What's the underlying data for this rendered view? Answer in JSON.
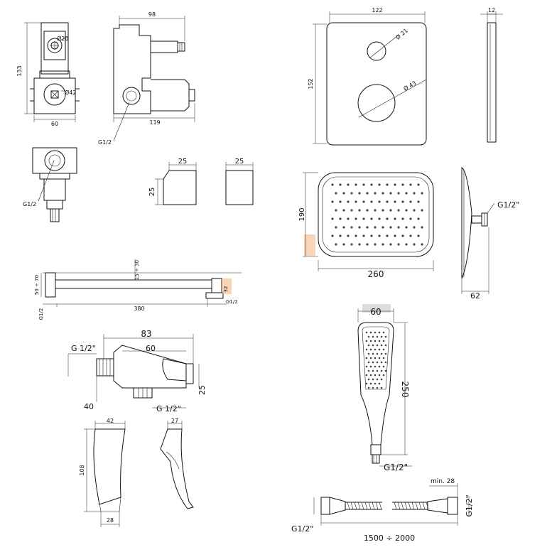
{
  "labels": {
    "valve_height": "133",
    "valve_bore_diameter": "Ø20",
    "valve_body_diameter": "Ø42",
    "valve_width": "60",
    "valve_side_top": "98",
    "valve_side_depth": "119",
    "valve_side_thread": "G1/2",
    "valve_bottom_thread": "G1/2",
    "knob_a_width": "25",
    "knob_a_height": "25",
    "knob_b_width": "25",
    "plate_width": "122",
    "plate_height": "152",
    "plate_small_hole": "Ø 21",
    "plate_large_hole": "Ø 43",
    "plate_thickness": "12",
    "head_height": "190",
    "head_width": "260",
    "head_thread": "G1/2\"",
    "head_depth": "62",
    "arm_projection": "15 ÷ 30",
    "arm_flange": "50 ÷ 70",
    "arm_length": "380",
    "arm_end": "32",
    "arm_thread_left": "G1/2",
    "arm_thread_right": "G1/2",
    "outlet_total": "83",
    "outlet_thread_top": "G 1/2\"",
    "outlet_body": "60",
    "outlet_side": "25",
    "outlet_base": "40",
    "outlet_thread_bottom": "G 1/2\"",
    "spout_top": "42",
    "spout_height": "108",
    "spout_bottom": "28",
    "spout_side_top": "27",
    "hand_width": "60",
    "hand_length": "250",
    "hand_thread": "G1/2\"",
    "hose_min": "min. 28",
    "hose_thread_left": "G1/2\"",
    "hose_length": "1500 ÷ 2000",
    "hose_thread_right": "G1/2\""
  },
  "colors": {
    "line": "#111111",
    "accent_orange": "#f0b27a",
    "accent_gray": "#cfcfcf"
  }
}
